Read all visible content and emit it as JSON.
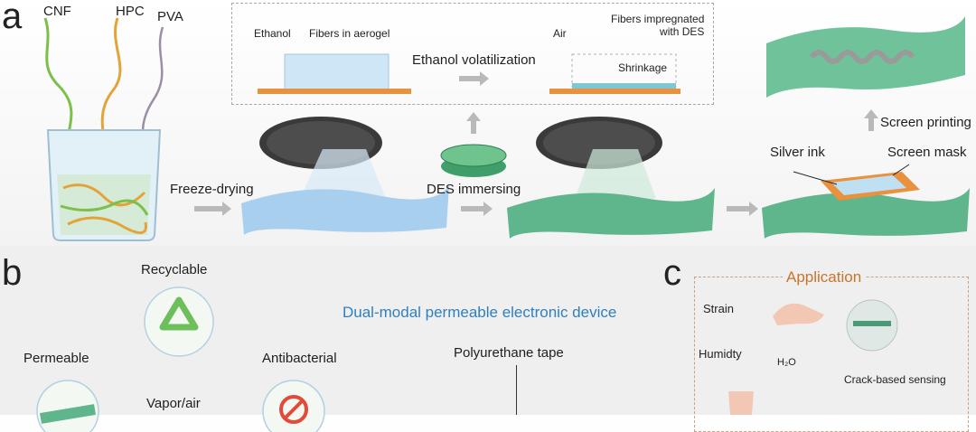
{
  "panels": {
    "a": "a",
    "b": "b",
    "c": "c"
  },
  "polymers": {
    "cnf": "CNF",
    "hpc": "HPC",
    "pva": "PVA"
  },
  "inset": {
    "ethanol": "Ethanol",
    "fibers_aerogel": "Fibers in aerogel",
    "volatilization": "Ethanol volatilization",
    "air": "Air",
    "fibers_des": "Fibers impregnated\nwith DES",
    "shrinkage": "Shrinkage"
  },
  "steps": {
    "freeze_drying": "Freeze-drying",
    "des_immersing": "DES immersing",
    "screen_printing": "Screen printing",
    "silver_ink": "Silver ink",
    "screen_mask": "Screen mask"
  },
  "panel_b": {
    "recyclable": "Recyclable",
    "permeable": "Permeable",
    "antibacterial": "Antibacterial",
    "vapor_air": "Vapor/air",
    "device_title": "Dual-modal permeable electronic device",
    "tape": "Polyurethane tape"
  },
  "panel_c": {
    "title": "Application",
    "strain": "Strain",
    "humidity": "Humidty",
    "h2o": "H₂O",
    "crack": "Crack-based sensing"
  },
  "colors": {
    "blue_text": "#2f7fbf",
    "orange_text": "#c8742a",
    "aerogel_blue": "#a9cfee",
    "des_green": "#5fb58c",
    "tray_orange": "#e8913f"
  }
}
